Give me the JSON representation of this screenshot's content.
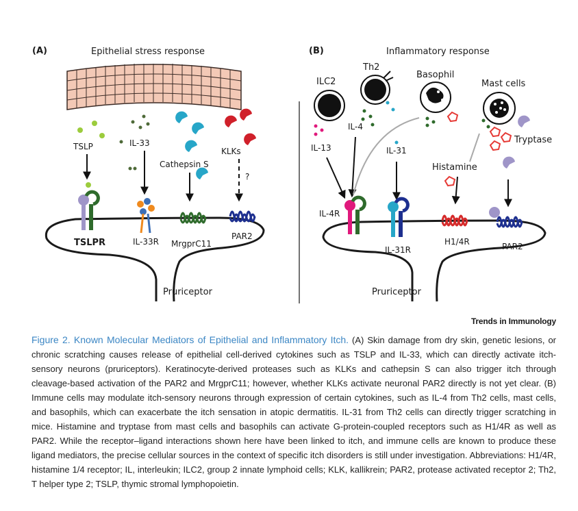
{
  "panel_a": {
    "label": "(A)",
    "title": "Epithelial stress response",
    "labels": {
      "tslp": "TSLP",
      "il33": "IL-33",
      "cathepsin_s": "Cathepsin S",
      "klks": "KLKs",
      "question": "?",
      "tslpr": "TSLPR",
      "il33r": "IL-33R",
      "mrgprc11": "MrgprC11",
      "par2": "PAR2",
      "pruriceptor": "Pruriceptor"
    }
  },
  "panel_b": {
    "label": "(B)",
    "title": "Inflammatory response",
    "labels": {
      "ilc2": "ILC2",
      "th2": "Th2",
      "basophil": "Basophil",
      "mast_cells": "Mast cells",
      "il13": "IL-13",
      "il4": "IL-4",
      "il31": "IL-31",
      "histamine": "Histamine",
      "tryptase": "Tryptase",
      "il4r": "IL-4R",
      "il31r": "IL-31R",
      "h14r": "H1/4R",
      "par2": "PAR2",
      "pruriceptor": "Pruriceptor"
    }
  },
  "journal": {
    "part1": "Trends in ",
    "part2": "Immunology"
  },
  "caption": {
    "title": "Figure 2. Known Molecular Mediators of Epithelial and Inflammatory Itch.",
    "body": " (A) Skin damage from dry skin, genetic lesions, or chronic scratching causes release of epithelial cell-derived cytokines such as TSLP and IL-33, which can directly activate itch-sensory neurons (pruriceptors). Keratinocyte-derived proteases such as KLKs and cathepsin S can also trigger itch through cleavage-based activation of the PAR2 and MrgprC11; however, whether KLKs activate neuronal PAR2 directly is not yet clear. (B) Immune cells may modulate itch-sensory neurons through expression of certain cytokines, such as IL-4 from Th2 cells, mast cells, and basophils, which can exacerbate the itch sensation in atopic dermatitis. IL-31 from Th2 cells can directly trigger scratching in mice. Histamine and tryptase from mast cells and basophils can activate G-protein-coupled receptors such as H1/4R as well as PAR2. While the receptor–ligand interactions shown here have been linked to itch, and immune cells are known to produce these ligand mediators, the precise cellular sources in the context of specific itch disorders is still under investigation. Abbreviations: H1/4R, histamine 1/4 receptor; IL, interleukin; ILC2, group 2 innate lymphoid cells; KLK, kallikrein; PAR2, protease activated receptor 2; Th2, T helper type 2; TSLP, thymic stromal lymphopoietin."
  },
  "colors": {
    "skin_fill": "#f3c9b6",
    "skin_stroke": "#3a2a25",
    "tslp_green": "#9ccc3d",
    "il33_green": "#4e6a38",
    "cathepsin_blue": "#27a6c8",
    "klk_red": "#d0202a",
    "il13_pink": "#e0197c",
    "histamine_red": "#e63a36",
    "par2_navy": "#1d2f8f",
    "tryptase_lilac": "#9f95c8",
    "title_blue": "#3b86c4"
  }
}
